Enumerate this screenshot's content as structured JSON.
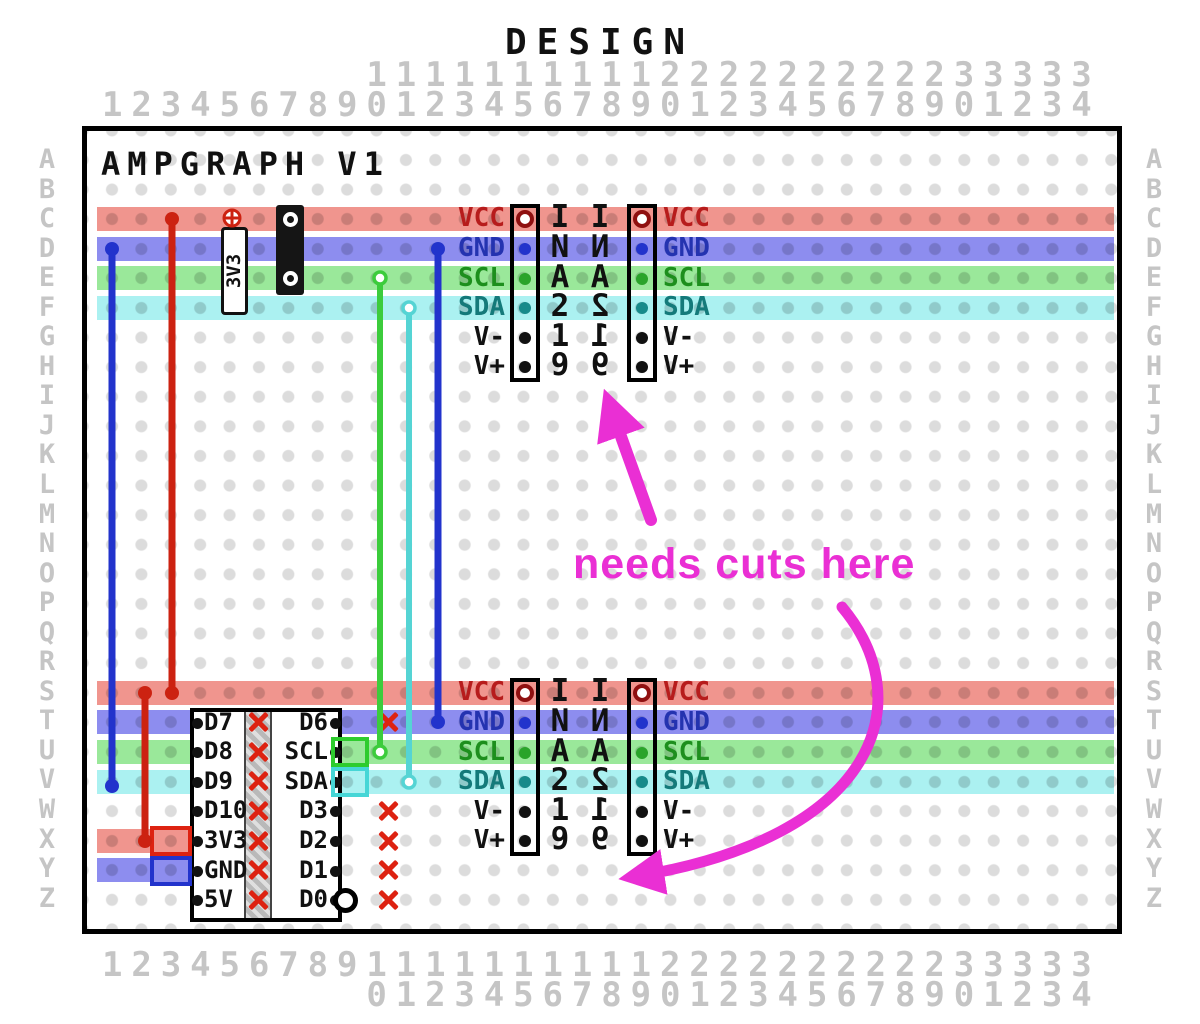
{
  "title": "DESIGN",
  "board_label": "AMPGRAPH V1",
  "axes": {
    "top_row_tens": "         1111111111222222222233333",
    "top_row_ones": "1234567890123456789012345678901234",
    "bottom_row_main": "1234567891111111111222222222233333",
    "bottom_row_ones": "         0123456789012345678901234",
    "left_letters": "ABCDEFGHIJKLMNOPQRSTUVWXYZ",
    "right_letters": "ABCDEFGHIJKLMNOPQRSTUVWXYZ"
  },
  "ina219": {
    "rows": [
      {
        "left_label": "VCC",
        "letter": "I",
        "right_label": "VCC"
      },
      {
        "left_label": "GND",
        "letter": "N",
        "right_label": "GND"
      },
      {
        "left_label": "SCL",
        "letter": "A",
        "right_label": "SCL"
      },
      {
        "left_label": "SDA",
        "letter": "2",
        "right_label": "SDA"
      },
      {
        "left_label": "V-",
        "letter": "1",
        "right_label": "V-"
      },
      {
        "left_label": "V+",
        "letter": "9",
        "right_label": "V+"
      }
    ]
  },
  "mcu": {
    "left_pins": [
      "D7",
      "D8",
      "D9",
      "D10",
      "3V3",
      "GND",
      "5V"
    ],
    "right_pins": [
      "D6",
      "SCL",
      "SDA",
      "D3",
      "D2",
      "D1",
      "D0"
    ]
  },
  "vreg_label": "3V3",
  "annotation": {
    "text": "needs cuts here"
  },
  "colors": {
    "rail_vcc": "#f0958e",
    "rail_gnd": "#8d8def",
    "rail_scl": "#9ae89a",
    "rail_sda": "#abf1f1",
    "wire_blue": "#2233cc",
    "wire_red": "#cc2211",
    "wire_green": "#3ccc3c",
    "wire_cyan": "#55d4d4",
    "x_mark": "#dd2211",
    "annotation_magenta": "#ea2fd4"
  }
}
